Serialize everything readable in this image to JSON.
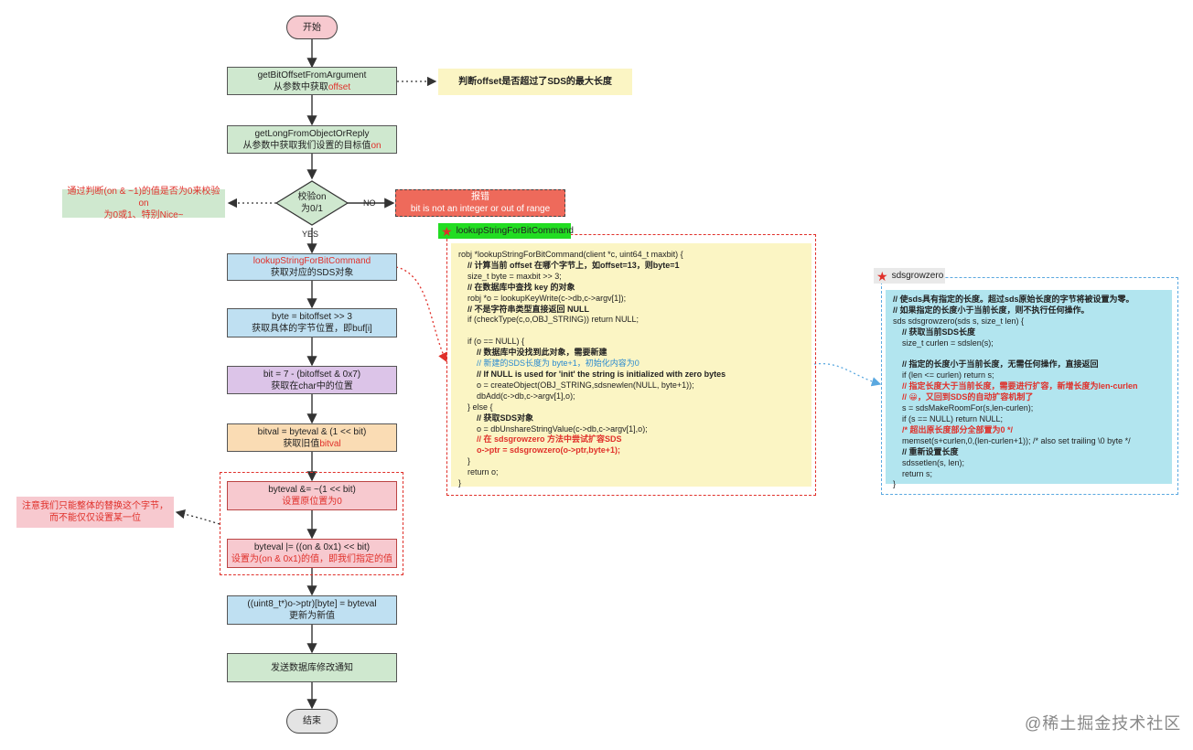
{
  "flow": {
    "start": "开始",
    "step1": {
      "line1": "getBitOffsetFromArgument",
      "line2_prefix": "从参数中获取",
      "line2_red": "offset"
    },
    "step2": {
      "line1": "getLongFromObjectOrReply",
      "line2_prefix": "从参数中获取我们设置的目标值",
      "line2_red": "on"
    },
    "decision": {
      "line1": "校验on",
      "line2": "为0/1"
    },
    "no_label": "NO",
    "yes_label": "YES",
    "error": {
      "line1": "报错",
      "line2": "bit is not an integer or out of range"
    },
    "step3": {
      "line1": "lookupStringForBitCommand",
      "line2": "获取对应的SDS对象"
    },
    "step4": {
      "line1": "byte = bitoffset >> 3",
      "line2": "获取具体的字节位置，即buf[i]"
    },
    "step5": {
      "line1": "bit = 7 - (bitoffset & 0x7)",
      "line2": "获取在char中的位置"
    },
    "step6": {
      "line1": "bitval = byteval & (1 << bit)",
      "line2_prefix": "获取旧值",
      "line2_red": "bitval"
    },
    "step7": {
      "line1": "byteval &= ~(1 << bit)",
      "line2": "设置原位置为0"
    },
    "step8": {
      "line1": "byteval |= ((on & 0x1) << bit)",
      "line2": "设置为(on & 0x1)的值，即我们指定的值"
    },
    "step9": {
      "line1": "((uint8_t*)o->ptr)[byte] = byteval",
      "line2": "更新为新值"
    },
    "step10": "发送数据库修改通知",
    "end": "结束"
  },
  "notes": {
    "offset_check": "判断offset是否超过了SDS的最大长度",
    "on_check_line1": "通过判断(on & ~1)的值是否为0来校验on",
    "on_check_line2": "为0或1、特别Nice~",
    "byte_note_line1": "注意我们只能整体的替换这个字节，",
    "byte_note_line2": "而不能仅仅设置某一位"
  },
  "lookup_panel": {
    "tag": "lookupStringForBitCommand",
    "code": [
      {
        "t": "robj *lookupStringForBitCommand(client *c, uint64_t maxbit) {",
        "s": "plain"
      },
      {
        "t": "    // 计算当前 offset 在哪个字节上，如offset=13，则byte=1",
        "s": "bold"
      },
      {
        "t": "    size_t byte = maxbit >> 3;",
        "s": "plain"
      },
      {
        "t": "    // 在数据库中查找 key 的对象",
        "s": "bold"
      },
      {
        "t": "    robj *o = lookupKeyWrite(c->db,c->argv[1]);",
        "s": "plain"
      },
      {
        "t": "    // 不是字符串类型直接返回 NULL",
        "s": "bold"
      },
      {
        "t": "    if (checkType(c,o,OBJ_STRING)) return NULL;",
        "s": "plain"
      },
      {
        "t": "",
        "s": "plain"
      },
      {
        "t": "    if (o == NULL) {",
        "s": "plain"
      },
      {
        "t": "        // 数据库中没找到此对象，需要新建",
        "s": "bold"
      },
      {
        "t": "        // 新建的SDS长度为 byte+1，初始化内容为0",
        "s": "blue"
      },
      {
        "t": "        // If NULL is used for 'init' the string is initialized with zero bytes",
        "s": "bold"
      },
      {
        "t": "        o = createObject(OBJ_STRING,sdsnewlen(NULL, byte+1));",
        "s": "plain"
      },
      {
        "t": "        dbAdd(c->db,c->argv[1],o);",
        "s": "plain"
      },
      {
        "t": "    } else {",
        "s": "plain"
      },
      {
        "t": "        // 获取SDS对象",
        "s": "bold"
      },
      {
        "t": "        o = dbUnshareStringValue(c->db,c->argv[1],o);",
        "s": "plain"
      },
      {
        "t": "        // 在 sdsgrowzero 方法中尝试扩容SDS",
        "s": "red"
      },
      {
        "t": "        o->ptr = sdsgrowzero(o->ptr,byte+1);",
        "s": "red"
      },
      {
        "t": "    }",
        "s": "plain"
      },
      {
        "t": "    return o;",
        "s": "plain"
      },
      {
        "t": "}",
        "s": "plain"
      }
    ]
  },
  "grow_panel": {
    "tag": "sdsgrowzero",
    "code": [
      {
        "t": "// 使sds具有指定的长度。超过sds原始长度的字节将被设置为零。",
        "s": "bold"
      },
      {
        "t": "// 如果指定的长度小于当前长度，则不执行任何操作。",
        "s": "bold"
      },
      {
        "t": "sds sdsgrowzero(sds s, size_t len) {",
        "s": "plain"
      },
      {
        "t": "    // 获取当前SDS长度",
        "s": "bold"
      },
      {
        "t": "    size_t curlen = sdslen(s);",
        "s": "plain"
      },
      {
        "t": "",
        "s": "plain"
      },
      {
        "t": "    // 指定的长度小于当前长度，无需任何操作，直接返回",
        "s": "bold"
      },
      {
        "t": "    if (len <= curlen) return s;",
        "s": "plain"
      },
      {
        "t": "    // 指定长度大于当前长度，需要进行扩容，新增长度为len-curlen",
        "s": "red"
      },
      {
        "t": "    // 😀，又回到SDS的自动扩容机制了",
        "s": "red"
      },
      {
        "t": "    s = sdsMakeRoomFor(s,len-curlen);",
        "s": "plain"
      },
      {
        "t": "    if (s == NULL) return NULL;",
        "s": "plain"
      },
      {
        "t": "    /* 超出原长度部分全部置为0 */",
        "s": "red"
      },
      {
        "t": "    memset(s+curlen,0,(len-curlen+1)); /* also set trailing \\0 byte */",
        "s": "plain"
      },
      {
        "t": "    // 重新设置长度",
        "s": "bold"
      },
      {
        "t": "    sdssetlen(s, len);",
        "s": "plain"
      },
      {
        "t": "    return s;",
        "s": "plain"
      },
      {
        "t": "}",
        "s": "plain"
      }
    ]
  },
  "watermark": "@稀土掘金技术社区",
  "colors": {
    "accent_red": "#e0302a",
    "note_yellow": "#fbf5c4",
    "note_cyan": "#b2e5ef"
  }
}
